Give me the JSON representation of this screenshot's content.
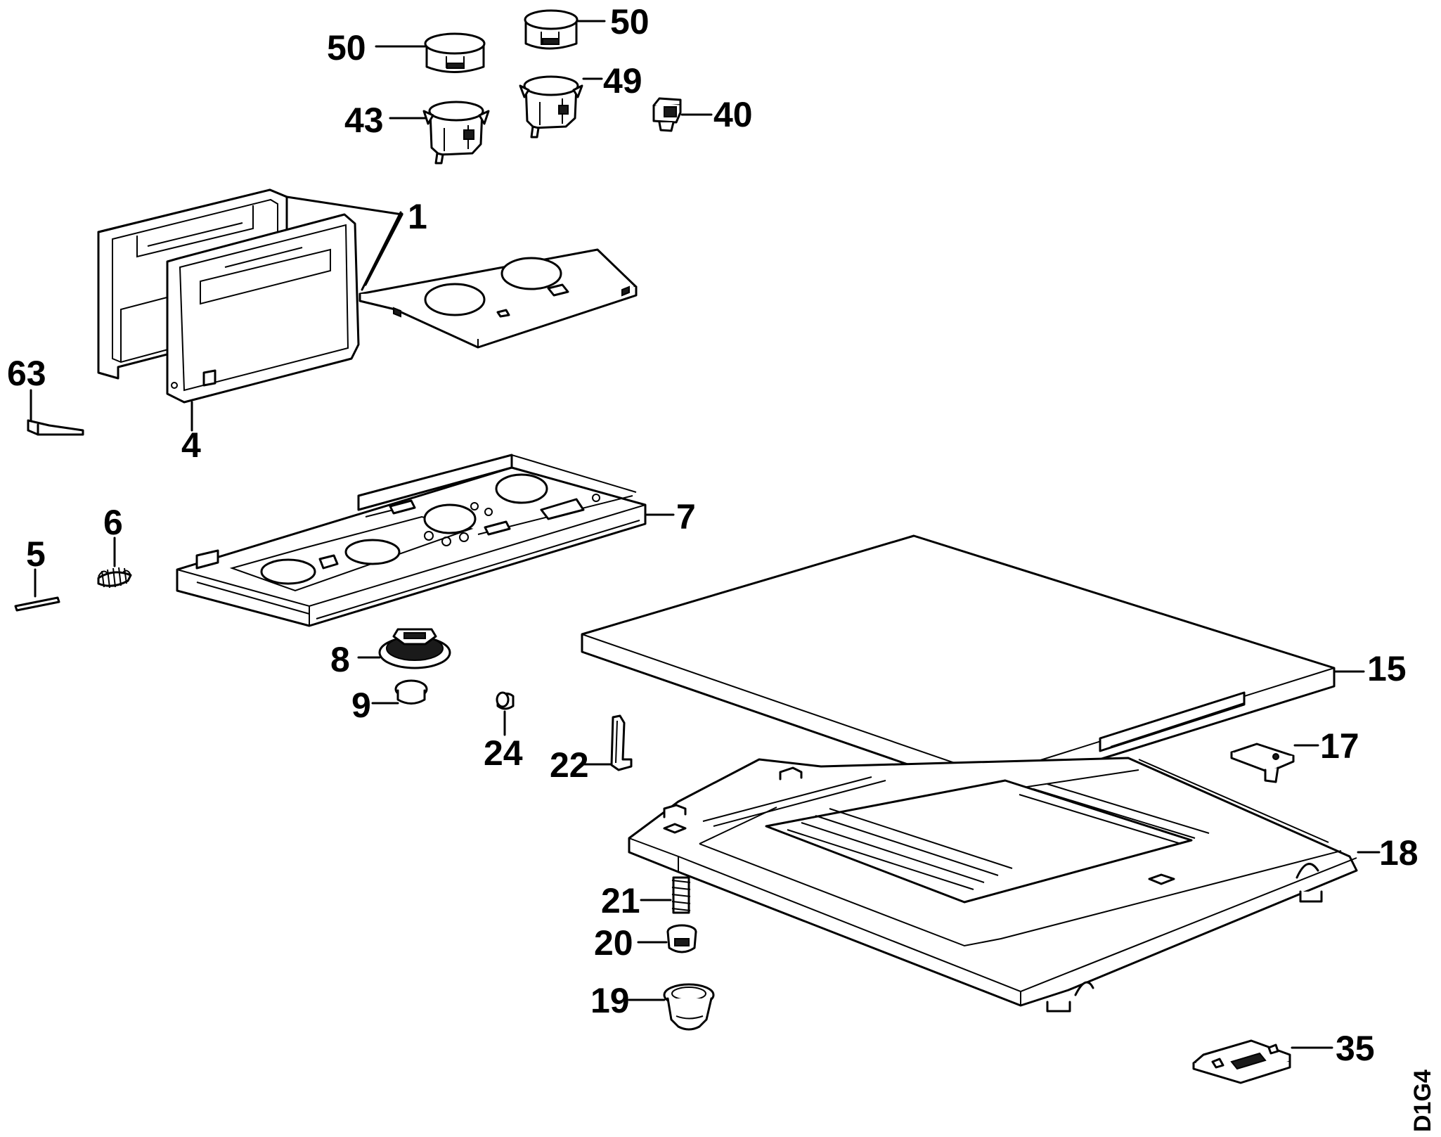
{
  "diagram": {
    "code": "D1G4",
    "callouts": [
      {
        "id": "50a",
        "text": "50"
      },
      {
        "id": "50b",
        "text": "50"
      },
      {
        "id": "49",
        "text": "49"
      },
      {
        "id": "43",
        "text": "43"
      },
      {
        "id": "40",
        "text": "40"
      },
      {
        "id": "1",
        "text": "1"
      },
      {
        "id": "63",
        "text": "63"
      },
      {
        "id": "4",
        "text": "4"
      },
      {
        "id": "6",
        "text": "6"
      },
      {
        "id": "5",
        "text": "5"
      },
      {
        "id": "7",
        "text": "7"
      },
      {
        "id": "8",
        "text": "8"
      },
      {
        "id": "9",
        "text": "9"
      },
      {
        "id": "24",
        "text": "24"
      },
      {
        "id": "22",
        "text": "22"
      },
      {
        "id": "15",
        "text": "15"
      },
      {
        "id": "17",
        "text": "17"
      },
      {
        "id": "18",
        "text": "18"
      },
      {
        "id": "21",
        "text": "21"
      },
      {
        "id": "20",
        "text": "20"
      },
      {
        "id": "19",
        "text": "19"
      },
      {
        "id": "35",
        "text": "35"
      }
    ]
  }
}
